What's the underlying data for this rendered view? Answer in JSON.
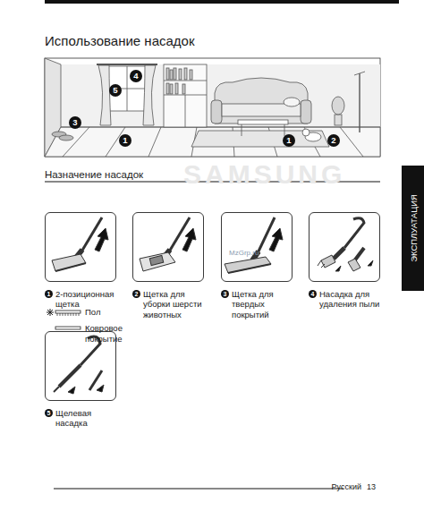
{
  "diagram": {
    "title": "Использование насадок",
    "nodes": [
      {
        "text": [
          "2-позиционная щетка"
        ]
      },
      {
        "text": [
          "Щетка для уборки шерсти животных"
        ]
      },
      {
        "text": [
          "Щетка для твердых покрытий"
        ]
      },
      {
        "text": [
          "Насадка для удаления пыли"
        ]
      },
      {
        "text": [
          "Щелевая насадка"
        ]
      }
    ],
    "labels": [
      "Назначение насадок",
      "4",
      "5",
      "3",
      "1",
      "1",
      "2",
      "1",
      "2",
      "3",
      "4",
      "5",
      "SAMSUNG",
      "MzGrp.ru",
      "ЭКСПЛУАТАЦИЯ",
      "Русский",
      "13"
    ],
    "legend": [
      {
        "text": "Пол"
      },
      {
        "text": "Ковровое покрытие"
      }
    ]
  }
}
